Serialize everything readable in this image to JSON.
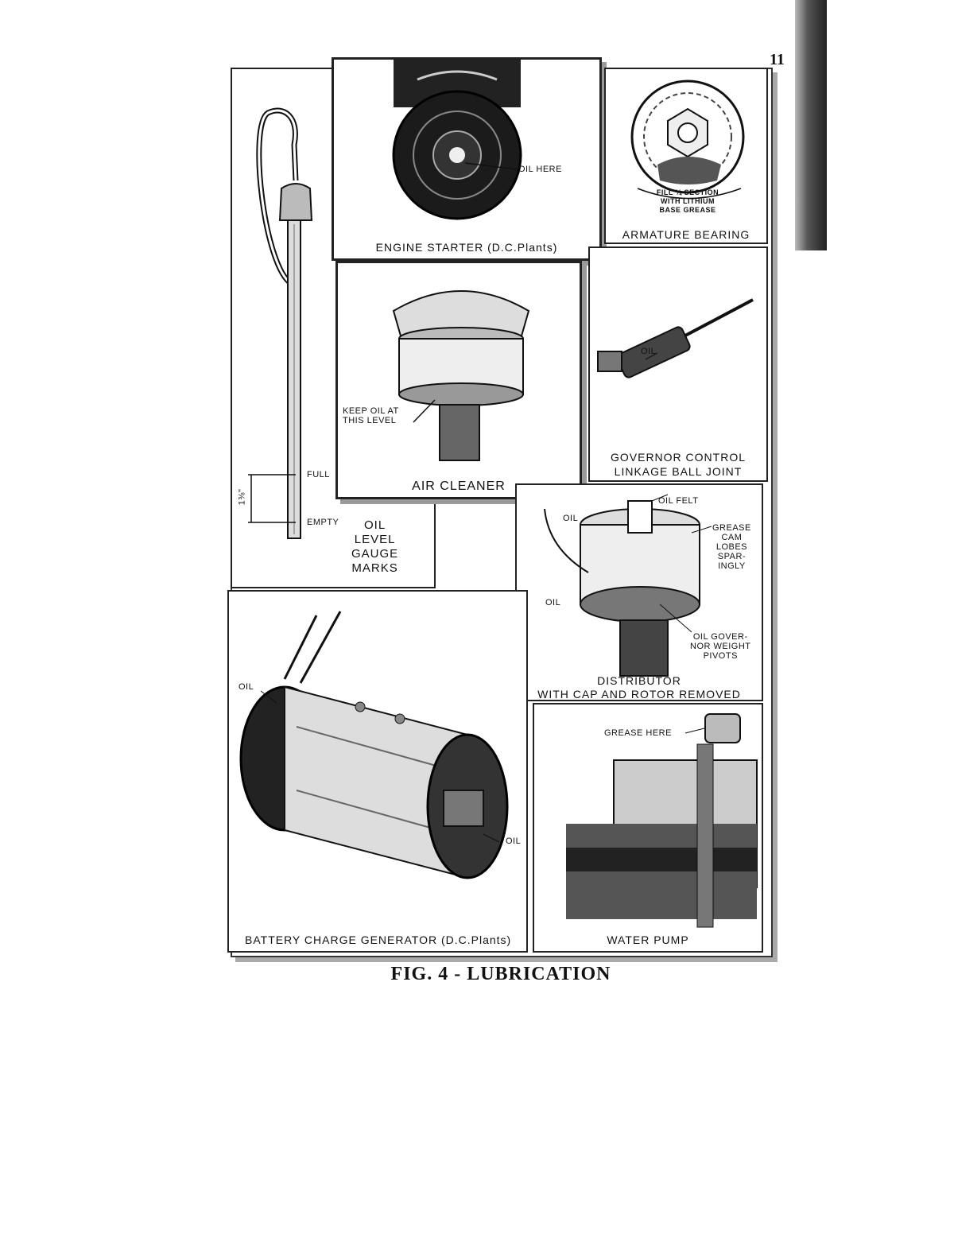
{
  "page_number": "11",
  "figure_caption": "FIG. 4 - LUBRICATION",
  "panels": {
    "engine_starter": {
      "title": "ENGINE STARTER (D.C.Plants)",
      "callout": "OIL HERE"
    },
    "armature_bearing": {
      "title": "ARMATURE BEARING",
      "callout_lines": [
        "FILL ¼ SECTION",
        "WITH LITHIUM",
        "BASE GREASE"
      ]
    },
    "oil_level_gauge": {
      "title_lines": [
        "OIL",
        "LEVEL",
        "GAUGE",
        "MARKS"
      ],
      "full": "FULL",
      "empty": "EMPTY",
      "dimension": "1⅜\""
    },
    "air_cleaner": {
      "title": "AIR CLEANER",
      "callout_lines": [
        "KEEP OIL AT",
        "THIS LEVEL"
      ]
    },
    "governor": {
      "title_lines": [
        "GOVERNOR CONTROL",
        "LINKAGE BALL JOINT"
      ],
      "callout": "OIL"
    },
    "distributor": {
      "title_lines": [
        "DISTRIBUTOR",
        "WITH CAP AND ROTOR REMOVED"
      ],
      "oil_felt": "OIL FELT",
      "oil_left": "OIL",
      "oil_lower": "OIL",
      "grease_cam_lines": [
        "GREASE",
        "CAM",
        "LOBES",
        "SPAR-",
        "INGLY"
      ],
      "oil_governor_lines": [
        "OIL GOVER-",
        "NOR WEIGHT",
        "PIVOTS"
      ]
    },
    "generator": {
      "title": "BATTERY CHARGE GENERATOR (D.C.Plants)",
      "oil_left": "OIL",
      "oil_right": "OIL"
    },
    "water_pump": {
      "title": "WATER PUMP",
      "callout": "GREASE HERE"
    }
  }
}
